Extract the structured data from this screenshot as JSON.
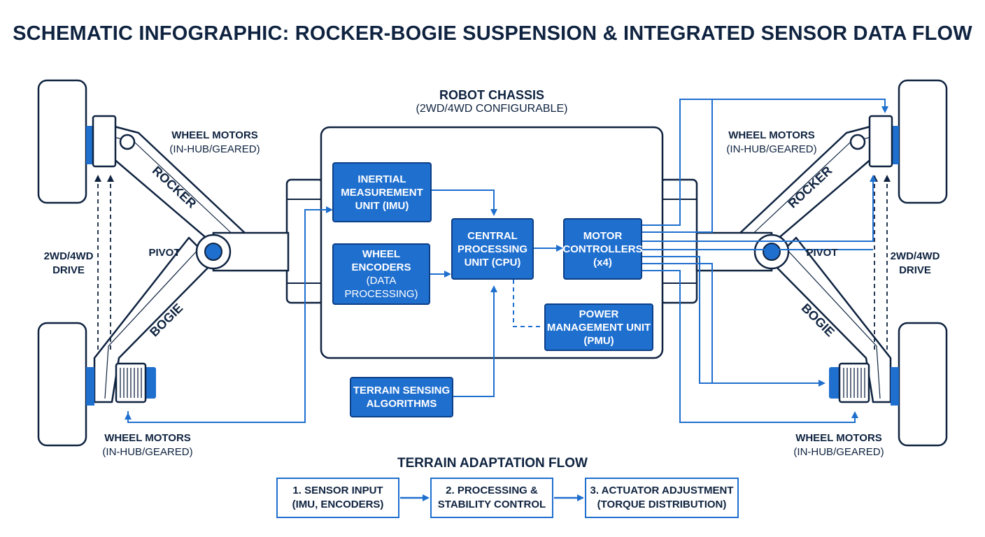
{
  "title": "SCHEMATIC INFOGRAPHIC: ROCKER-BOGIE SUSPENSION & INTEGRATED SENSOR DATA FLOW",
  "chassis": {
    "title": "ROBOT CHASSIS",
    "subtitle": "(2WD/4WD CONFIGURABLE)"
  },
  "left": {
    "motors_top": {
      "title": "WHEEL MOTORS",
      "sub": "(IN-HUB/GEARED)"
    },
    "motors_bottom": {
      "title": "WHEEL MOTORS",
      "sub": "(IN-HUB/GEARED)"
    },
    "rocker": "ROCKER",
    "bogie": "BOGIE",
    "pivot": "PIVOT",
    "drive": {
      "line1": "2WD/4WD",
      "line2": "DRIVE"
    }
  },
  "right": {
    "motors_top": {
      "title": "WHEEL MOTORS",
      "sub": "(IN-HUB/GEARED)"
    },
    "motors_bottom": {
      "title": "WHEEL MOTORS",
      "sub": "(IN-HUB/GEARED)"
    },
    "rocker": "ROCKER",
    "bogie": "BOGIE",
    "pivot": "PIVOT",
    "drive": {
      "line1": "2WD/4WD",
      "line2": "DRIVE"
    }
  },
  "modules": {
    "imu": [
      "INERTIAL",
      "MEASUREMENT",
      "UNIT (IMU)"
    ],
    "encoders": {
      "l1": "WHEEL",
      "l2": "ENCODERS",
      "sub": "(DATA PROCESSING)"
    },
    "cpu": [
      "CENTRAL",
      "PROCESSING",
      "UNIT (CPU)"
    ],
    "motor_ctrl": [
      "MOTOR",
      "CONTROLLERS",
      "(x4)"
    ],
    "pmu": [
      "POWER",
      "MANAGEMENT UNIT",
      "(PMU)"
    ],
    "terrain": [
      "TERRAIN SENSING",
      "ALGORITHMS"
    ]
  },
  "flow": {
    "title": "TERRAIN ADAPTATION FLOW",
    "steps": [
      {
        "l1": "1. SENSOR INPUT",
        "l2": "(IMU, ENCODERS)"
      },
      {
        "l1": "2. PROCESSING &",
        "l2": "STABILITY CONTROL"
      },
      {
        "l1": "3. ACTUATOR ADJUSTMENT",
        "l2": "(TORQUE DISTRIBUTION)"
      }
    ]
  },
  "colors": {
    "navy": "#0f2340",
    "blue": "#1f6fcf",
    "dark_blue": "#0c3f86",
    "white": "#ffffff"
  }
}
